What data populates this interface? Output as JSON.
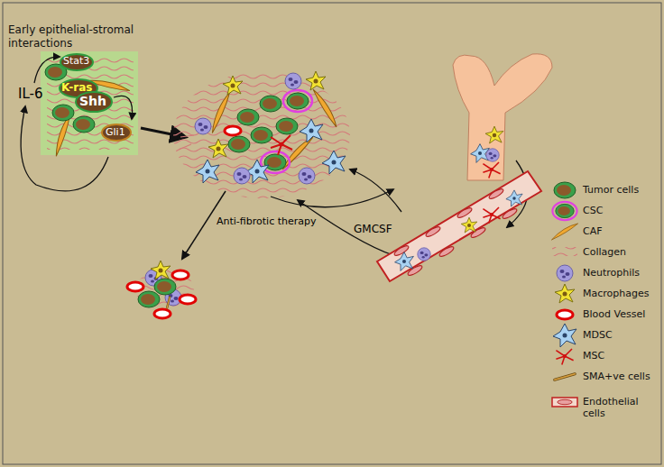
{
  "diagram": {
    "nodes": [
      {
        "text": [
          "Early epithelial-stromal interactions"
        ]
      }
    ],
    "labels": [
      "IL-6",
      "Stat3",
      "K-ras",
      "Shh",
      "Gli1",
      "Anti-fibrotic therapy",
      "GMCSF"
    ],
    "legend": [
      {
        "text": "Tumor cells"
      },
      {
        "text": "CSC"
      },
      {
        "text": "CAF"
      },
      {
        "text": "Collagen"
      },
      {
        "text": "Neutrophils"
      },
      {
        "text": "Macrophages"
      },
      {
        "text": "Blood Vessel"
      },
      {
        "text": "MDSC"
      },
      {
        "text": "MSC"
      },
      {
        "text": "SMA+ve cells"
      },
      {
        "text": "Endothelial cells"
      }
    ]
  }
}
